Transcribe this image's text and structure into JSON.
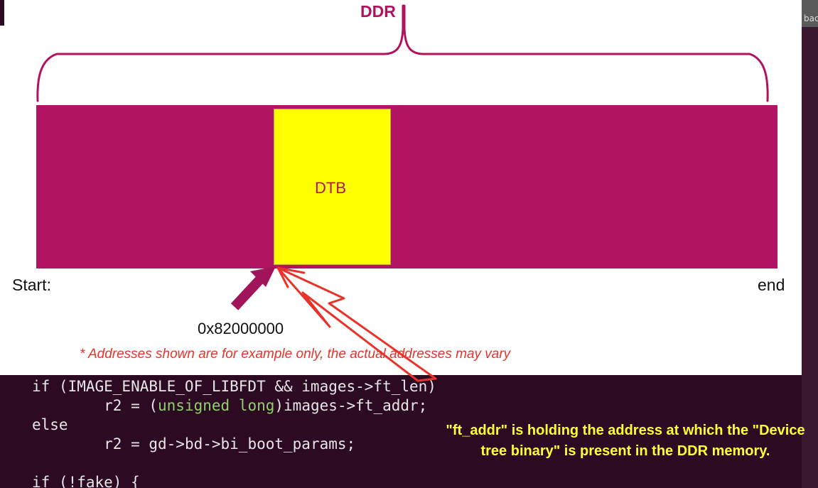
{
  "diagram": {
    "ddr_label": "DDR",
    "dtb_label": "DTB",
    "start_label": "Start:",
    "end_label": "end",
    "address_label": "0x82000000",
    "note": "* Addresses  shown are for example only, the actual addresses may vary",
    "colors": {
      "ddr": "#b01462",
      "dtb": "#ffff00",
      "annotation_red": "#e8332a",
      "code_background": "#2c0a22"
    }
  },
  "code": {
    "lines": [
      {
        "indent": "",
        "plain": "if (IMAGE_ENABLE_OF_LIBFDT && images->ft_len)"
      },
      {
        "indent": "        ",
        "prefix": "r2 = (",
        "keyword": "unsigned long",
        "suffix": ")images->ft_addr;"
      },
      {
        "indent": "",
        "plain": "else"
      },
      {
        "indent": "        ",
        "plain": "r2 = gd->bd->bi_boot_params;"
      },
      {
        "indent": "",
        "plain": ""
      },
      {
        "indent": "",
        "plain": "if (!fake) {"
      }
    ]
  },
  "callout": {
    "text": "\"ft_addr\" is holding the address at which the \"Device tree binary\" is present in the DDR memory."
  },
  "window": {
    "corner_text": "bac"
  }
}
